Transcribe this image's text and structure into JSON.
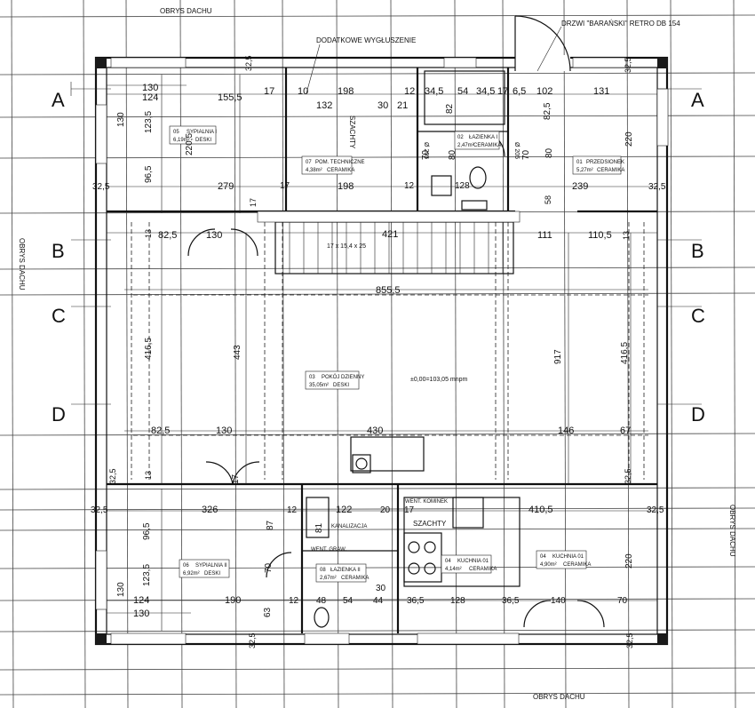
{
  "roof_labels": {
    "top": "OBRYS DACHU",
    "left": "OBRYS DACHU",
    "right": "OBRYS DACHU",
    "bottom": "OBRYS DACHU"
  },
  "notes": {
    "door": "DRZWI \"BARAŃSKI\" RETRO DB 154",
    "insulation": "DODATKOWE WYGŁUSZENIE",
    "shaft_top": "SZACHTY",
    "shaft_bottom": "SZACHTY",
    "canal": "KANALIZACJA",
    "vent_left": "WENT. GRAW.",
    "vent_right": "WENT. KOMINEK",
    "stairs": "17 x 15,4 x 25",
    "level": "±0,00=103,05 mnpm",
    "duct_left": "Ø 205",
    "duct_right": "Ø 205"
  },
  "section_letters": [
    "A",
    "A",
    "B",
    "B",
    "C",
    "C",
    "D",
    "D"
  ],
  "rooms": [
    {
      "num": "05",
      "name": "SYPIALNIA I",
      "area": "6,19m²",
      "finish": "DESKI"
    },
    {
      "num": "07",
      "name": "POM. TECHNICZNE",
      "area": "4,38m²",
      "finish": "CERAMIKA"
    },
    {
      "num": "02",
      "name": "ŁAZIENKA I",
      "area": "2,47m²",
      "finish": "CERAMIKA"
    },
    {
      "num": "01",
      "name": "PRZEDSIONEK",
      "area": "5,27m²",
      "finish": "CERAMIKA"
    },
    {
      "num": "03",
      "name": "POKÓJ DZIENNY",
      "area": "35,05m²",
      "finish": "DESKI"
    },
    {
      "num": "06",
      "name": "SYPIALNIA II",
      "area": "6,92m²",
      "finish": "DESKI"
    },
    {
      "num": "08",
      "name": "ŁAZIENKA II",
      "area": "2,67m²",
      "finish": "CERAMIKA"
    },
    {
      "num": "04",
      "name": "KUCHNIA 01",
      "area": "4,14m²",
      "finish": "CERAMIKA"
    },
    {
      "num": "04",
      "name": "KUCHNIA 01",
      "area": "4,90m²",
      "finish": "CERAMIKA"
    }
  ],
  "dims": {
    "d130a": "130",
    "d124a": "124",
    "d155": "155,5",
    "d17a": "17",
    "d10": "10",
    "d198a": "198",
    "d12a": "12",
    "d345a": "34,5",
    "d54a": "54",
    "d345b": "34,5",
    "d17b": "17",
    "d65": "6,5",
    "d102": "102",
    "d131": "131",
    "d325a": "32,5",
    "d325b": "32,5",
    "d132": "132",
    "d30a": "30",
    "d21": "21",
    "d82": "82",
    "d825a": "82,5",
    "d130v": "130",
    "d1235a": "123,5",
    "d2205": "220,5",
    "d70a": "70",
    "d80a": "80",
    "d80b": "80",
    "d70b": "70",
    "d220a": "220",
    "d965a": "96,5",
    "d325c": "32,5",
    "d279": "279",
    "d17c": "17",
    "d198b": "198",
    "d12b": "12",
    "d128": "128",
    "d239": "239",
    "d325d": "32,5",
    "d58": "58",
    "d17d": "17",
    "d13a": "13",
    "d825b": "82,5",
    "d130b": "130",
    "d421": "421",
    "d111": "111",
    "d1105": "110,5",
    "d13b": "13",
    "d8555": "855,5",
    "d4165a": "416,5",
    "d443": "443",
    "d917": "917",
    "d4165b": "416,5",
    "d825c": "82,5",
    "d130c": "130",
    "d430": "430",
    "d146": "146",
    "d67": "67",
    "d13c": "13",
    "d17e": "17",
    "d325e": "32,5",
    "d326": "326",
    "d87": "87",
    "d12c": "12",
    "d122": "122",
    "d20": "20",
    "d17f": "17",
    "d4105": "410,5",
    "d325f": "32,5",
    "d965b": "96,5",
    "d1235b": "123,5",
    "d81": "81",
    "d70c": "70",
    "d220b": "220",
    "d130d": "130",
    "d124b": "124",
    "d190": "190",
    "d12d": "12",
    "d48": "48",
    "d54b": "54",
    "d44": "44",
    "d365a": "36,5",
    "d128b": "128",
    "d365b": "36,5",
    "d140": "140",
    "d70d": "70",
    "d130e": "130",
    "d63": "63",
    "d30b": "30",
    "d325g": "32,5",
    "d325h": "32,5",
    "d325i": "32,5",
    "d325j": "32,5"
  }
}
